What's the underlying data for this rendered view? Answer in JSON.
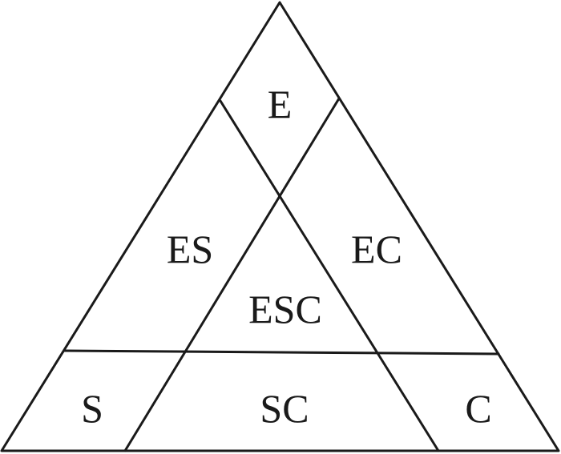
{
  "regions": {
    "e": "E",
    "es": "ES",
    "ec": "EC",
    "esc": "ESC",
    "s": "S",
    "sc": "SC",
    "c": "C"
  }
}
